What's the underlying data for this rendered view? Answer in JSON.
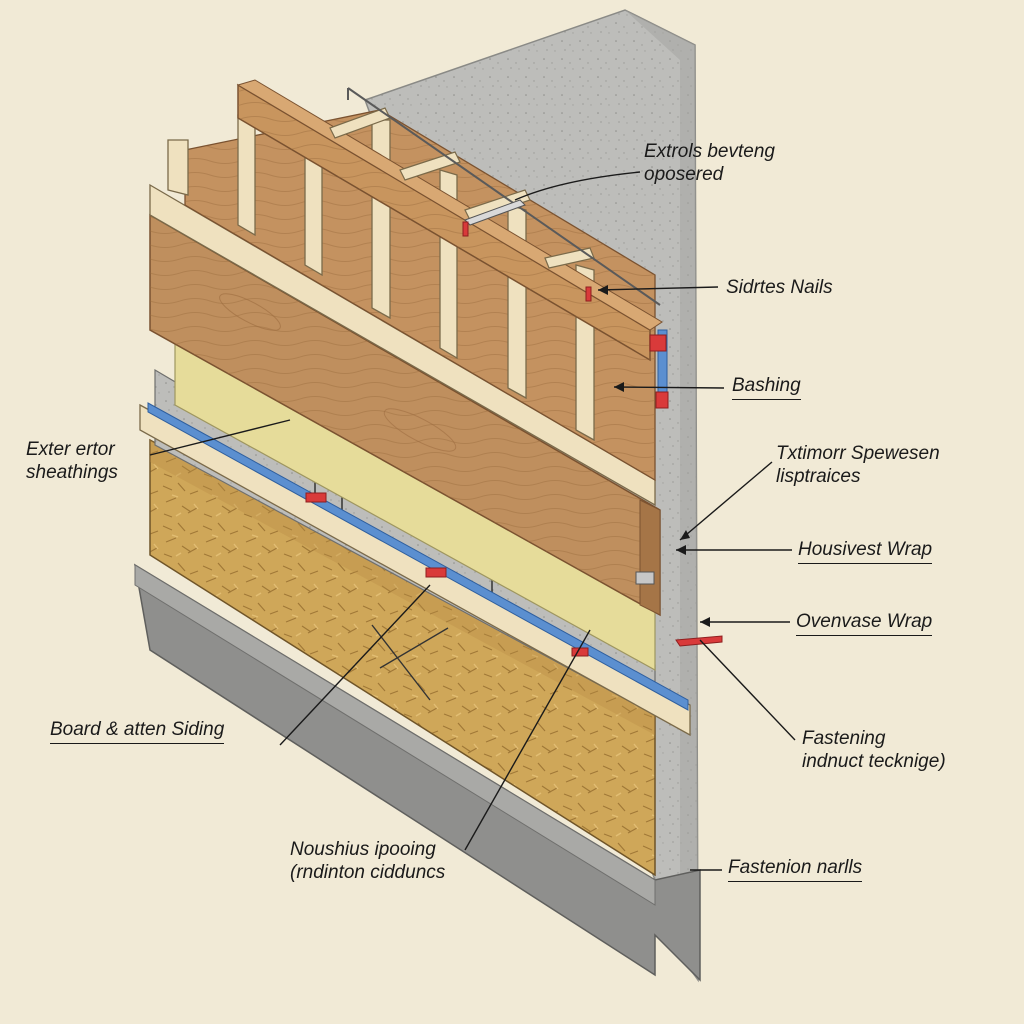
{
  "diagram": {
    "labels": [
      {
        "id": "extrols",
        "lines": [
          "Extrols bevteng",
          "oposered"
        ]
      },
      {
        "id": "sidrtes",
        "lines": [
          "Sidrtes Nails"
        ]
      },
      {
        "id": "bashing",
        "lines": [
          "Bashing"
        ]
      },
      {
        "id": "exterior",
        "lines": [
          "Exter ertor",
          "sheathings"
        ]
      },
      {
        "id": "txtimorr",
        "lines": [
          "Txtimorr Spewesen",
          "lisptraices"
        ]
      },
      {
        "id": "housivest",
        "lines": [
          "Housivest Wrap"
        ]
      },
      {
        "id": "ovenvase",
        "lines": [
          "Ovenvase Wrap"
        ]
      },
      {
        "id": "board",
        "lines": [
          "Board & atten Siding"
        ]
      },
      {
        "id": "fastening",
        "lines": [
          "Fastening",
          "indnuct tecknige)"
        ]
      },
      {
        "id": "noushius",
        "lines": [
          "Noushius ipooing",
          "(rndinton cidduncs"
        ]
      },
      {
        "id": "fastenion",
        "lines": [
          "Fastenion narlls"
        ]
      }
    ]
  },
  "colors": {
    "background": "#f1ead6",
    "concrete": "#b9b9b6",
    "plywood": "#bf8f5e",
    "stud": "#efe1bf",
    "insulation": "#cfa759",
    "wrap_yellow": "#e6dc9a",
    "flashing_blue": "#5b8fd0",
    "fastener_red": "#d93a3a",
    "foundation": "#8f8f8d"
  }
}
